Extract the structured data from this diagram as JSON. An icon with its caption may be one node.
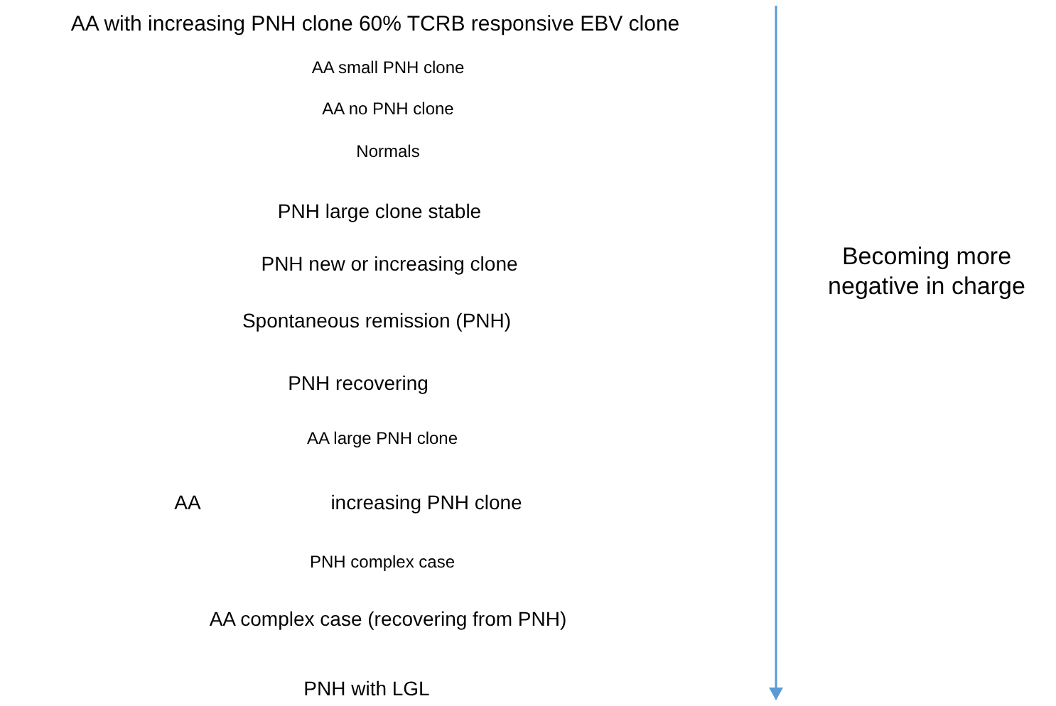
{
  "diagram": {
    "labels": [
      "AA with increasing PNH clone 60% TCRB responsive EBV clone",
      "AA small PNH clone",
      "AA no PNH clone",
      "Normals",
      "PNH large clone stable",
      "PNH new or increasing clone",
      "Spontaneous remission (PNH)",
      "PNH recovering",
      "AA large PNH clone",
      "AA",
      "increasing PNH clone",
      "PNH complex case",
      "AA complex case (recovering from PNH)",
      "PNH with LGL",
      "Becoming more negative in charge"
    ]
  }
}
